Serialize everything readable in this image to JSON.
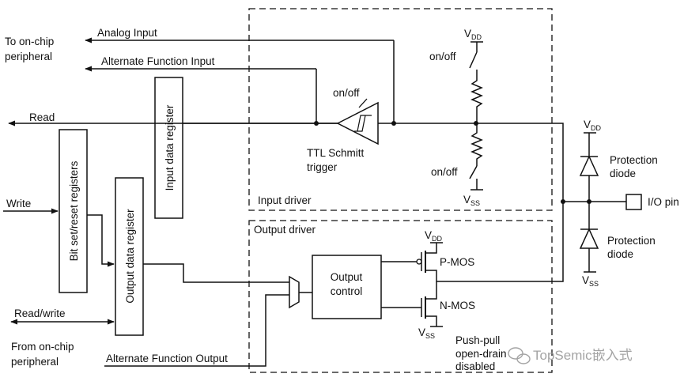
{
  "labels": {
    "analog_input": "Analog Input",
    "to_onchip_line1": "To on-chip",
    "to_onchip_line2": "peripheral",
    "alt_function_input": "Alternate Function Input",
    "read": "Read",
    "on_off": "on/off",
    "ttl_line1": "TTL Schmitt",
    "ttl_line2": "trigger",
    "input_data_register": "Input data register",
    "bit_set_reset_registers": "Bit set/reset registers",
    "output_data_register": "Output data register",
    "write": "Write",
    "read_write": "Read/write",
    "from_onchip_line1": "From on-chip",
    "from_onchip_line2": "peripheral",
    "alt_function_output": "Alternate Function Output",
    "input_driver": "Input driver",
    "output_driver": "Output driver",
    "output_control_line1": "Output",
    "output_control_line2": "control",
    "p_mos": "P-MOS",
    "n_mos": "N-MOS",
    "v": "V",
    "dd": "DD",
    "ss": "SS",
    "protection": "Protection",
    "diode": "diode",
    "io_pin": "I/O pin",
    "push_pull": "Push-pull",
    "open_drain": "open-drain",
    "disabled": "disabled",
    "watermark": "TopSemic嵌入式"
  },
  "colors": {
    "line": "#111111",
    "watermark": "#9a9a9a"
  }
}
